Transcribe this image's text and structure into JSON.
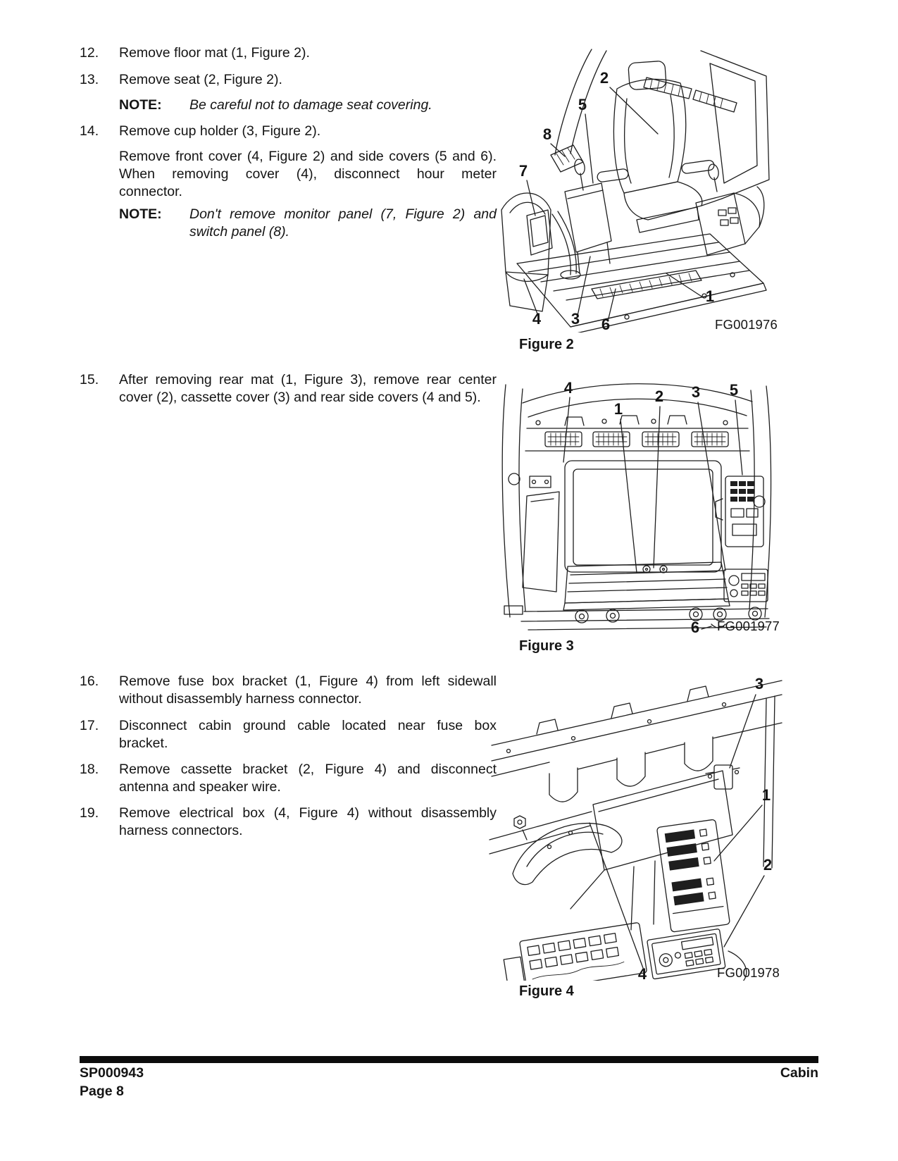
{
  "document": {
    "steps": {
      "s12": {
        "num": "12.",
        "text": "Remove floor mat (1, Figure 2)."
      },
      "s13": {
        "num": "13.",
        "text": "Remove seat (2, Figure 2)."
      },
      "s14": {
        "num": "14.",
        "text": "Remove cup holder (3, Figure 2)."
      },
      "s14b": {
        "lines": [
          "Remove front cover (4, Figure 2) and side covers (5 and 6).",
          "When removing cover (4), disconnect hour meter",
          "connector."
        ]
      },
      "s15": {
        "num": "15.",
        "lines": [
          "After removing rear mat (1, Figure 3), remove rear center",
          "cover (2), cassette cover (3) and rear side covers (4 and 5)."
        ]
      },
      "s16": {
        "num": "16.",
        "lines": [
          "Remove fuse box bracket (1, Figure 4) from left sidewall",
          "without disassembly harness connector."
        ]
      },
      "s17": {
        "num": "17.",
        "lines": [
          "Disconnect cabin ground cable located near fuse box",
          "bracket."
        ]
      },
      "s18": {
        "num": "18.",
        "lines": [
          "Remove cassette bracket (2, Figure 4) and disconnect",
          "antenna and speaker wire."
        ]
      },
      "s19": {
        "num": "19.",
        "lines": [
          "Remove electrical box (4, Figure 4) without disassembly",
          "harness connectors."
        ]
      }
    },
    "notes": {
      "n1": {
        "label": "NOTE:",
        "text": "Be careful not to damage seat covering."
      },
      "n2": {
        "label": "NOTE:",
        "lines": [
          "Don't remove monitor panel (7, Figure 2) and",
          "switch panel (8)."
        ]
      }
    },
    "figures": {
      "fig2": {
        "caption": "Figure 2",
        "code": "FG001976",
        "callouts": {
          "c1": "1",
          "c2": "2",
          "c3": "3",
          "c4": "4",
          "c5": "5",
          "c6": "6",
          "c7": "7",
          "c8": "8"
        }
      },
      "fig3": {
        "caption": "Figure 3",
        "code": "FG001977",
        "callouts": {
          "c1": "1",
          "c2": "2",
          "c3": "3",
          "c4": "4",
          "c5": "5",
          "c6": "6"
        }
      },
      "fig4": {
        "caption": "Figure 4",
        "code": "FG001978",
        "callouts": {
          "c1": "1",
          "c2": "2",
          "c3": "3",
          "c4": "4"
        }
      }
    },
    "footer": {
      "doc_code": "SP000943",
      "page_label": "Page 8",
      "section": "Cabin"
    }
  }
}
